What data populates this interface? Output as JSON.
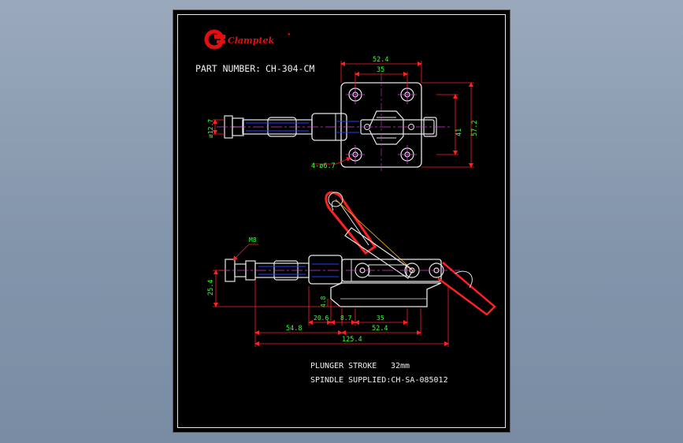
{
  "logo": {
    "brand": "Clamptek"
  },
  "title": {
    "part_label": "PART NUMBER:",
    "part_number": "CH-304-CM"
  },
  "dims": {
    "top_width_outer": "52.4",
    "top_width_inner": "35",
    "plunger_dia": "ø12.7",
    "height_inner": "41",
    "height_outer": "57.2",
    "holes": "4-ø6.7",
    "thread": "M8",
    "height_side": "25.4",
    "offset_vertical": "4.8",
    "dim_54_8": "54.8",
    "dim_20_6": "20.6",
    "dim_8_7": "8.7",
    "dim_35": "35",
    "dim_52_4": "52.4",
    "dim_total": "125.4"
  },
  "notes": {
    "stroke_label": "PLUNGER STROKE",
    "stroke_value": "32mm",
    "spindle": "SPINDLE SUPPLIED:CH-SA-085012"
  },
  "colors": {
    "background": "#8fa0b5",
    "sheet": "#000000",
    "outline": "#e6e6e6",
    "dimension": "#ff2020",
    "dim_text": "#33ff33",
    "center": "#d63cd6",
    "cut": "#2040ff",
    "brand_red": "#e01010"
  }
}
